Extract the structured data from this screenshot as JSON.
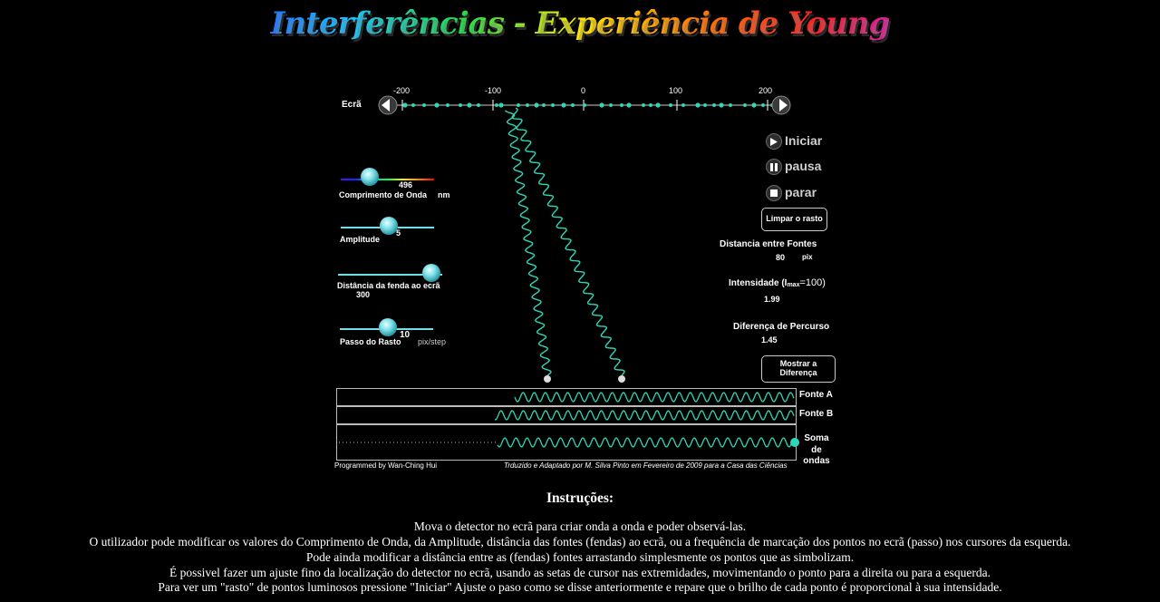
{
  "header": {
    "title": "Interferências - Experiência de Young"
  },
  "screen": {
    "label": "Ecrã",
    "ticks": [
      {
        "value": -200,
        "label": "-200"
      },
      {
        "value": -100,
        "label": "-100"
      },
      {
        "value": 0,
        "label": "0"
      },
      {
        "value": 100,
        "label": "100"
      },
      {
        "value": 200,
        "label": "200"
      }
    ],
    "left_arrow_icon": "arrow-left-icon",
    "right_arrow_icon": "arrow-right-icon"
  },
  "sliders": {
    "wavelength": {
      "label": "Comprimento de Onda",
      "value": "496",
      "unit": "nm"
    },
    "amplitude": {
      "label": "Amplitude",
      "value": "5"
    },
    "slit_distance": {
      "label": "Distância da fenda ao ecrã",
      "value": "300"
    },
    "step": {
      "label": "Passo do Rasto",
      "value": "10",
      "unit": "pix/step"
    }
  },
  "controls": {
    "start_label": "Iniciar",
    "pause_label": "pausa",
    "stop_label": "parar",
    "clear_label": "Limpar o rasto",
    "show_diff_label": "Mostrar a Diferença"
  },
  "readouts": {
    "source_distance_label": "Distancia entre Fontes",
    "source_distance_value": "80",
    "source_distance_unit": "pix",
    "intensity_label_prefix": "Intensidade (I",
    "intensity_label_sub": "max",
    "intensity_label_suffix": "=100)",
    "intensity_value": "1.99",
    "path_diff_label": "Diferença de Percurso",
    "path_diff_value": "1.45"
  },
  "waves": {
    "source_a_label": "Fonte A",
    "source_b_label": "Fonte B",
    "sum_label": "Soma de ondas"
  },
  "credits": {
    "programmed": "Programmed by Wan-Ching Hui",
    "translated": "Trduzido e Adaptado por M. Silva Pinto em Fevereiro de 2009 para a Casa das Ciências"
  },
  "instructions": {
    "heading": "Instruções:",
    "lines": [
      "Mova o detector no ecrã para criar onda a onda e poder observá-las.",
      "O utilizador pode modificar os valores do Comprimento de Onda, da Amplitude, distância das fontes (fendas) ao ecrã, ou a frequência de marcação dos pontos no ecrã (passo) nos cursores da esquerda.",
      "Pode ainda modificar a distância entre as (fendas) fontes arrastando simplesmente os pontos que as simbolizam.",
      "É possivel fazer um ajuste fino da localização do detector no ecrã, usando as setas de cursor nas extremidades, movimentando o ponto para a direita ou para a esquerda.",
      "Para ver um \"rasto\" de pontos luminosos pressione \"Iniciar\" Ajuste o paso como se disse anteriormente e repare que o brilho de cada ponto é proporcional à sua intensidade."
    ]
  },
  "colors": {
    "wave": "#2fd6b8",
    "accent": "#6fe0e6",
    "background": "#000000"
  }
}
